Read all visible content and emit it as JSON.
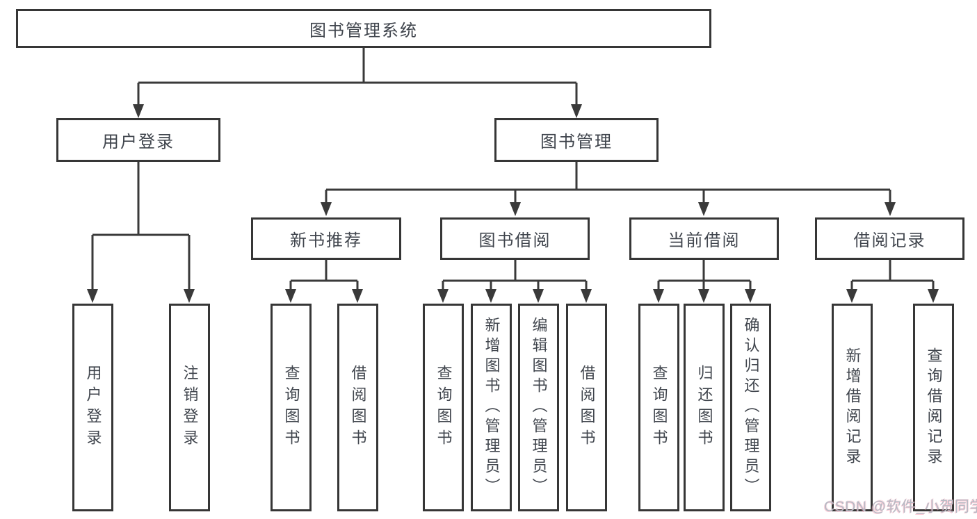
{
  "nodes": {
    "root": "图书管理系统",
    "user_login": "用户登录",
    "book_management": "图书管理",
    "new_book_recommend": "新书推荐",
    "book_borrow": "图书借阅",
    "current_borrow": "当前借阅",
    "borrow_records": "借阅记录",
    "leaf_user_login": "用户登录",
    "leaf_logout_login": "注销登录",
    "leaf_rec_query_books": "查询图书",
    "leaf_rec_borrow_books": "借阅图书",
    "leaf_bb_query_books": "查询图书",
    "leaf_bb_add_books_admin": "新增图书（管理员）",
    "leaf_bb_edit_books_admin": "编辑图书（管理员）",
    "leaf_bb_borrow_books": "借阅图书",
    "leaf_cb_query_books": "查询图书",
    "leaf_cb_return_books": "归还图书",
    "leaf_cb_confirm_return_admin": "确认归还（管理员）",
    "leaf_br_add_record": "新增借阅记录",
    "leaf_br_query_record": "查询借阅记录"
  },
  "hierarchy": {
    "图书管理系统": {
      "用户登录": [
        "用户登录",
        "注销登录"
      ],
      "图书管理": {
        "新书推荐": [
          "查询图书",
          "借阅图书"
        ],
        "图书借阅": [
          "查询图书",
          "新增图书（管理员）",
          "编辑图书（管理员）",
          "借阅图书"
        ],
        "当前借阅": [
          "查询图书",
          "归还图书",
          "确认归还（管理员）"
        ],
        "借阅记录": [
          "新增借阅记录",
          "查询借阅记录"
        ]
      }
    }
  },
  "watermark": "CSDN @软件_小贺同学",
  "colors": {
    "line": "#3a3a3a",
    "box_border": "#363636",
    "text": "#40454d",
    "watermark": "#b5bac4",
    "background": "#ffffff"
  }
}
